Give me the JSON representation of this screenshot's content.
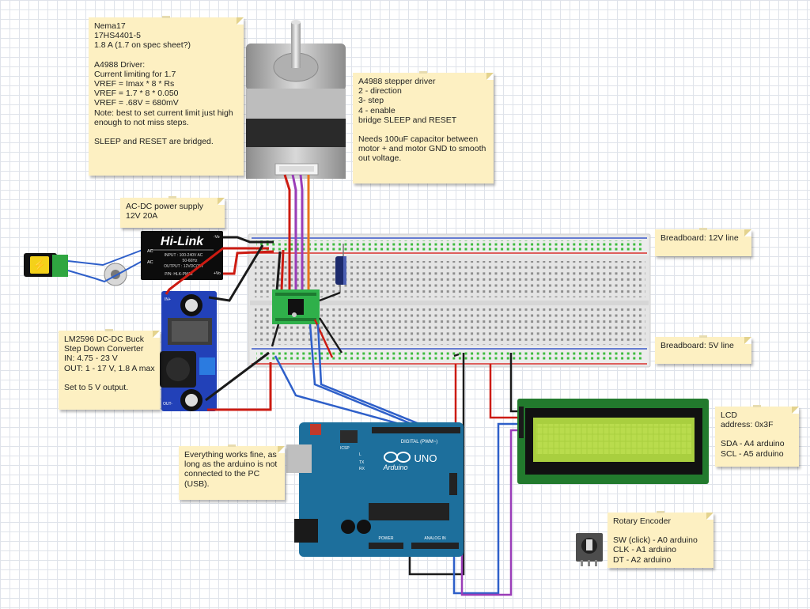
{
  "notes": {
    "motor": {
      "lines": [
        "Nema17",
        "17HS4401-5",
        "1.8 A (1.7 on spec sheet?)",
        "",
        "A4988 Driver:",
        "Current limiting for 1.7",
        "VREF = Imax * 8 * Rs",
        "VREF = 1.7 * 8 * 0.050",
        "VREF = .68V = 680mV",
        "Note: best to set current limit just high",
        "enough to not miss steps.",
        "",
        "SLEEP and RESET are bridged."
      ]
    },
    "driver": {
      "lines": [
        "A4988 stepper driver",
        "2 - direction",
        "3- step",
        "4 - enable",
        "bridge SLEEP and RESET",
        "",
        "Needs 100uF capacitor between",
        "motor + and motor GND to smooth",
        "out voltage."
      ]
    },
    "power": {
      "lines": [
        "AC-DC power supply",
        "12V 20A"
      ]
    },
    "bb12": {
      "lines": [
        "Breadboard: 12V line"
      ]
    },
    "bb5": {
      "lines": [
        "Breadboard: 5V line"
      ]
    },
    "buck": {
      "lines": [
        "LM2596 DC-DC Buck",
        "Step Down Converter",
        "IN: 4.75 - 23 V",
        "OUT: 1 - 17 V, 1.8 A max",
        "",
        "Set to 5 V output."
      ]
    },
    "usb": {
      "lines": [
        "Everything works fine, as",
        "long as the arduino is not",
        "connected to the PC",
        "(USB)."
      ]
    },
    "lcd": {
      "lines": [
        "LCD",
        "address: 0x3F",
        "",
        "SDA - A4 arduino",
        "SCL - A5 arduino"
      ]
    },
    "encoder": {
      "lines": [
        "Rotary Encoder",
        "",
        "SW (click) - A0 arduino",
        "CLK - A1 arduino",
        "DT - A2 arduino"
      ]
    }
  },
  "labels": {
    "hilink_brand": "Hi-Link",
    "hilink_input": "INPUT : 100-240V AC",
    "hilink_freq": "50-60Hz",
    "hilink_output": "OUTPUT : 12VDC/3W",
    "hilink_model": "P/N: HLK-PM12",
    "hilink_ac1": "AC",
    "hilink_ac2": "AC",
    "hilink_vo_minus": "-Vo",
    "hilink_vo_plus": "+Vo",
    "arduino_brand": "Arduino",
    "arduino_uno": "UNO",
    "arduino_digital": "DIGITAL (PWM~)",
    "arduino_analog": "ANALOG IN",
    "arduino_power": "POWER",
    "arduino_icsp": "ICSP",
    "arduino_tx": "TX",
    "arduino_rx": "RX",
    "arduino_l": "L",
    "buck_in": "IN+",
    "buck_out": "OUT-"
  },
  "colors": {
    "note_bg": "#fdf0c2",
    "breadboard": "#e6e6e6",
    "rail_red": "#d9302c",
    "rail_blue": "#3a56c8",
    "hole_green": "#3dbb3d",
    "arduino": "#1d6f9c",
    "lcd_pcb": "#227a2d",
    "lcd_screen": "#a9cf3f",
    "buck_pcb": "#2241b8",
    "driver_pcb": "#2fb04a",
    "motor_body": "#2a2a2a",
    "motor_cap": "#b8b8b8",
    "wire_red": "#cc1b12",
    "wire_black": "#1a1a1a",
    "wire_blue": "#2e5fc9",
    "wire_purple": "#9a3db8",
    "wire_orange": "#e8741c"
  }
}
